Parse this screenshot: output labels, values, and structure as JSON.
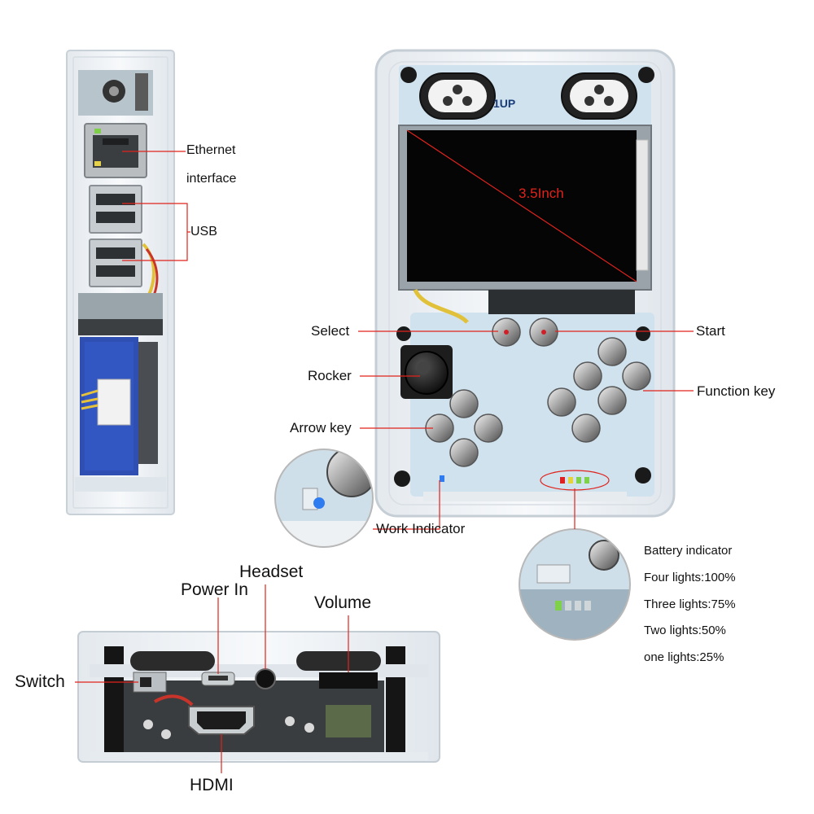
{
  "left_view": {
    "ethernet_line1": "Ethernet",
    "ethernet_line2": "interface",
    "usb": "USB"
  },
  "front_view": {
    "screen_label": "3.5Inch",
    "board_brand": "1UP",
    "select": "Select",
    "start": "Start",
    "rocker": "Rocker",
    "function_key": "Function key",
    "arrow_key": "Arrow key",
    "work_indicator": "Work Indicator"
  },
  "battery": {
    "title": "Battery indicator",
    "levels": [
      "Four lights:100%",
      "Three lights:75%",
      "Two lights:50%",
      "one lights:25%"
    ]
  },
  "bottom_view": {
    "headset": "Headset",
    "power_in": "Power In",
    "volume": "Volume",
    "switch": "Switch",
    "hdmi": "HDMI"
  },
  "colors": {
    "pcb": "#cfe2ee",
    "acrylic": "#eef2f5",
    "screen": "#050505",
    "screen_text": "#e0231c",
    "leader_line": "#e0231c",
    "battery_case": "#2c44a6"
  }
}
